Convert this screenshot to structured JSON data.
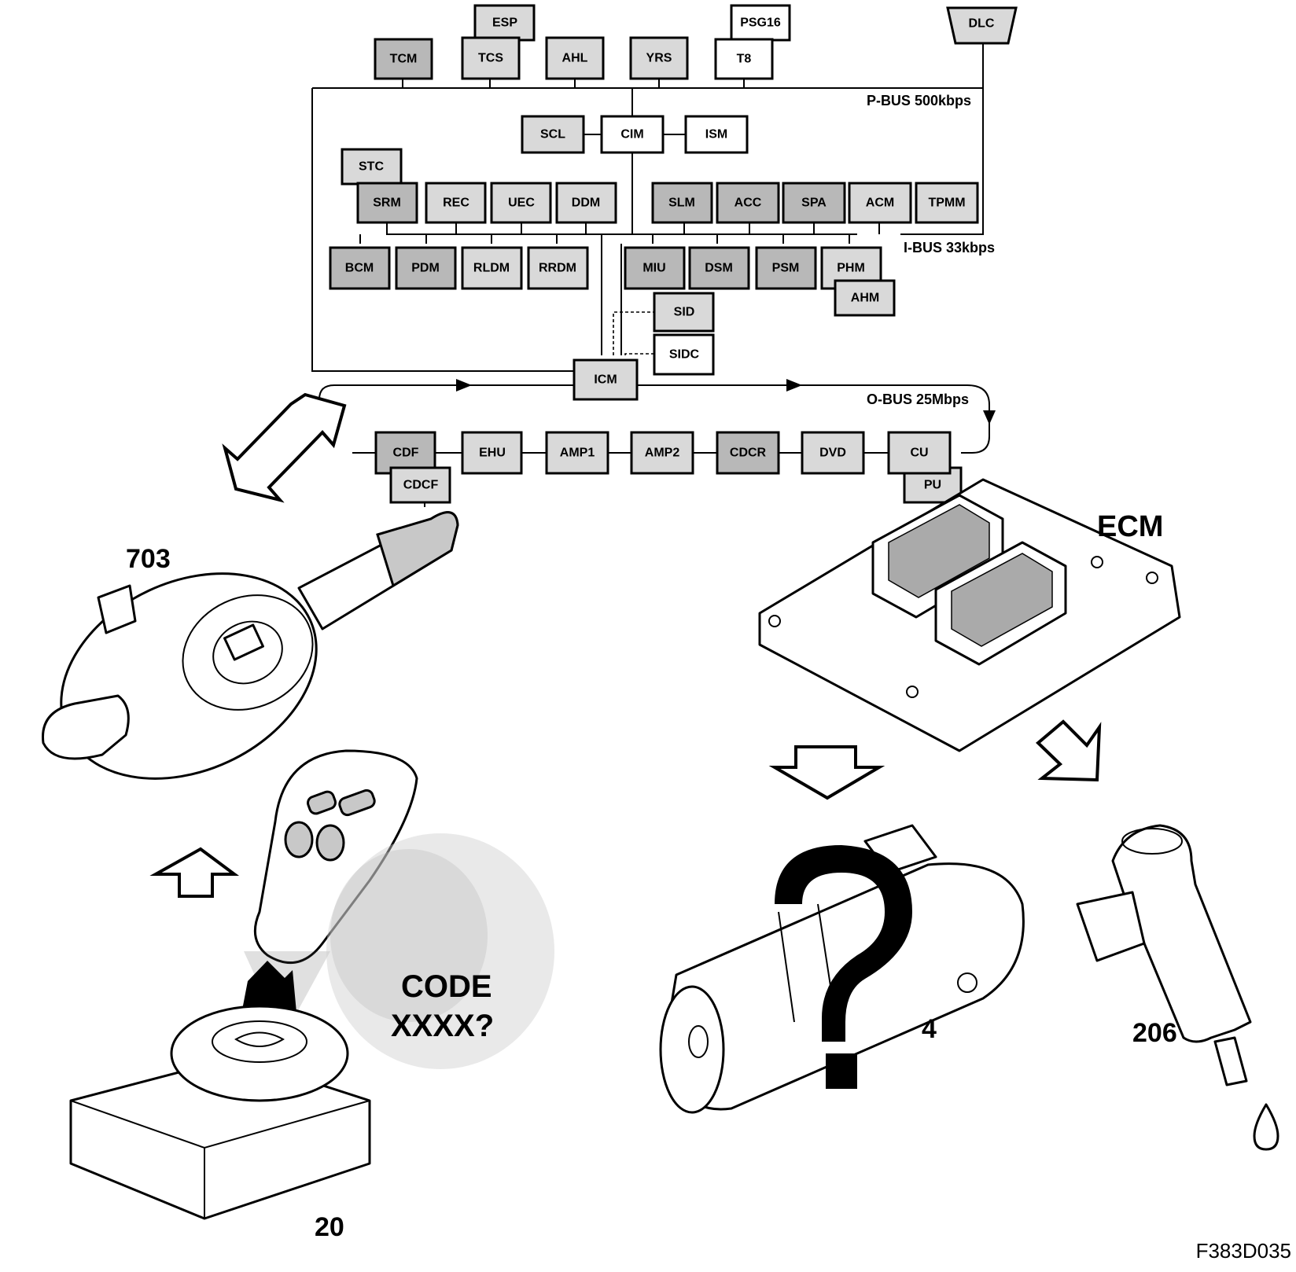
{
  "buses": {
    "p_bus": "P-BUS 500kbps",
    "i_bus": "I-BUS 33kbps",
    "o_bus": "O-BUS 25Mbps"
  },
  "modules": {
    "esp": "ESP",
    "psg16": "PSG16",
    "dlc": "DLC",
    "tcm": "TCM",
    "tcs": "TCS",
    "ahl": "AHL",
    "yrs": "YRS",
    "t8": "T8",
    "scl": "SCL",
    "cim": "CIM",
    "ism": "ISM",
    "stc": "STC",
    "srm": "SRM",
    "rec": "REC",
    "uec": "UEC",
    "ddm": "DDM",
    "slm": "SLM",
    "acc": "ACC",
    "spa": "SPA",
    "acm": "ACM",
    "tpmm": "TPMM",
    "bcm": "BCM",
    "pdm": "PDM",
    "rldm": "RLDM",
    "rrdm": "RRDM",
    "miu": "MIU",
    "dsm": "DSM",
    "psm": "PSM",
    "phm": "PHM",
    "ahm": "AHM",
    "sid": "SID",
    "sidc": "SIDC",
    "icm": "ICM",
    "cdf": "CDF",
    "cdcf": "CDCF",
    "ehu": "EHU",
    "amp1": "AMP1",
    "amp2": "AMP2",
    "cdcr": "CDCR",
    "dvd": "DVD",
    "cu": "CU",
    "pu": "PU"
  },
  "components": {
    "ecm_label": "ECM",
    "steering_switch_number": "703",
    "ignition_switch_number": "20",
    "starter_number": "4",
    "injector_number": "206"
  },
  "code_prompt": {
    "line1": "CODE",
    "line2": "XXXX?"
  },
  "figure_id": "F383D035"
}
